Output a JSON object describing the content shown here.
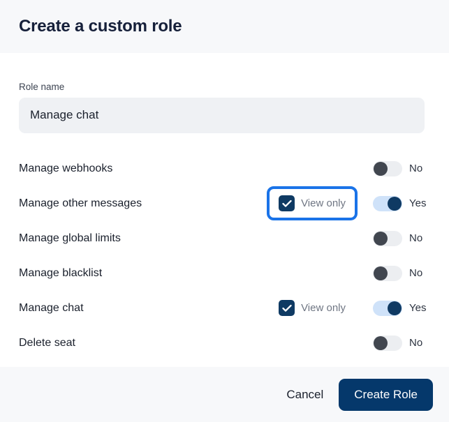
{
  "dialog": {
    "title": "Create a custom role"
  },
  "form": {
    "role_name": {
      "label": "Role name",
      "value": "Manage chat",
      "placeholder": "Role name"
    }
  },
  "labels": {
    "view_only": "View only",
    "yes": "Yes",
    "no": "No"
  },
  "permissions": [
    {
      "label": "Manage webhooks",
      "has_view_only": false,
      "view_only_checked": false,
      "view_only_focused": false,
      "enabled": false,
      "toggle_text": "No"
    },
    {
      "label": "Manage other messages",
      "has_view_only": true,
      "view_only_checked": true,
      "view_only_focused": true,
      "enabled": true,
      "toggle_text": "Yes"
    },
    {
      "label": "Manage global limits",
      "has_view_only": false,
      "view_only_checked": false,
      "view_only_focused": false,
      "enabled": false,
      "toggle_text": "No"
    },
    {
      "label": "Manage blacklist",
      "has_view_only": false,
      "view_only_checked": false,
      "view_only_focused": false,
      "enabled": false,
      "toggle_text": "No"
    },
    {
      "label": "Manage chat",
      "has_view_only": true,
      "view_only_checked": true,
      "view_only_focused": false,
      "enabled": true,
      "toggle_text": "Yes"
    },
    {
      "label": "Delete seat",
      "has_view_only": false,
      "view_only_checked": false,
      "view_only_focused": false,
      "enabled": false,
      "toggle_text": "No"
    }
  ],
  "footer": {
    "cancel_label": "Cancel",
    "submit_label": "Create Role"
  },
  "colors": {
    "accent_navy": "#05386b",
    "focus_blue": "#1a73e8",
    "toggle_on_track": "#cfe2f9",
    "toggle_off_knob": "#41464f",
    "surface": "#f7f8fa",
    "input_bg": "#eff1f4"
  }
}
